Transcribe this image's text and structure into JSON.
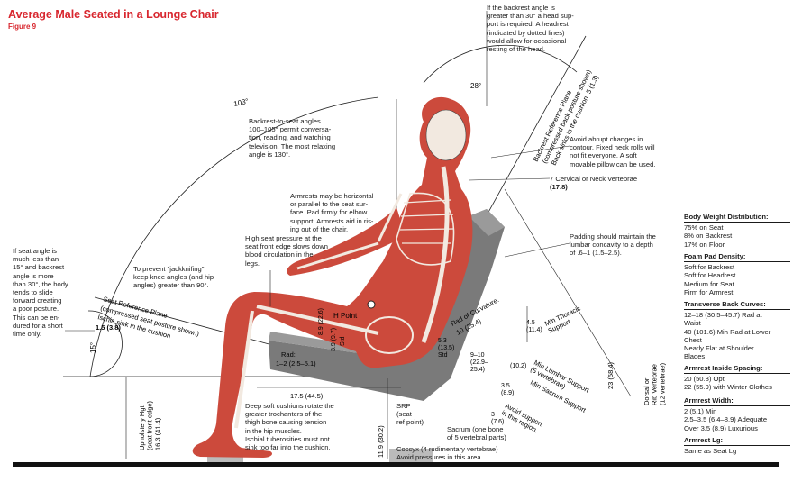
{
  "header": {
    "title": "Average Male Seated in a Lounge Chair",
    "subtitle": "Figure 9"
  },
  "annotations": {
    "backrest_angle_head": "If the backrest angle is\ngreater than 30° a head sup-\nport is required. A headrest\n(indicated by dotted lines)\nwould allow for occasional\nresting of the head.",
    "backrest_to_seat": "Backrest-to-seat angles\n100–105° permit conversa-\ntion, reading, and watching\ntelevision. The most relaxing\nangle is 130°.",
    "avoid_abrupt": "Avoid abrupt changes in\ncontour. Fixed neck rolls will\nnot fit everyone. A soft\nmovable pillow can be used.",
    "cervical": "7 Cervical or Neck Vertebrae",
    "cervical_value": "(17.8)",
    "armrests": "Armrests may be horizontal\nor parallel to the seat sur-\nface. Pad firmly for elbow\nsupport. Armrests aid in ris-\ning out of the chair.",
    "padding": "Padding should maintain the\nlumbar concavity to a depth\nof .6–1 (1.5–2.5).",
    "high_seat": "High seat pressure at the\nseat front edge slows down\nblood circulation in the\nlegs.",
    "jackknifing": "To prevent \"jackknifing\"\nkeep knee angles (and hip\nangles) greater than 90°.",
    "seat_angle": "If seat angle is\nmuch less than\n15° and backrest\nangle is more\nthan 30°, the body\ntends to slide\nforward creating\na poor posture.\nThis can be en-\ndured for a short\ntime only.",
    "deep_cushions": "Deep soft cushions rotate the\ngreater trochanters of the\nthigh bone causing tension\nin the hip muscles.",
    "ischial": "Ischial tuberosities must not\nsink too far into the cushion.",
    "srp": "SRP\n(seat\nref point)",
    "sacrum": "Sacrum (one bone\nof 5 vertebral parts)",
    "coccyx": "Coccyx (4 rudimentary vertebrae)\nAvoid pressures in this area."
  },
  "diagram_labels": {
    "angle_103": "103°",
    "angle_28": "28°",
    "angle_15": "15°",
    "backrest_plane": "Backrest Reference Plane",
    "backrest_plane_sub": "(compressed back posture shown)",
    "backrest_sink": "Back sinks in the cushion .5 (1.3)",
    "seat_plane": "Seat Reference Plane",
    "seat_plane_sub": "(compressed seat posture shown)",
    "seat_sink": "Ischia sink in the cushion",
    "seat_sink_value": "1.5 (3.8)",
    "h_point": "H Point",
    "dim_8_9": "8.9 (22.6)",
    "dim_3_9": "3.9 (9.7)",
    "std": "Std",
    "rad_label": "Rad:",
    "rad_value": "1–2 (2.5–5.1)",
    "rad_curvature": "Rad of Curvature:",
    "rad_curvature_value": "10 (25.4)",
    "min_thoracic_val": "4.5\n(11.4)",
    "min_thoracic": "Min Thoracic\nSupport",
    "dim_5_3": "5.3\n(13.5)\nStd",
    "dim_9_10": "9–10\n(22.9–\n25.4)",
    "dim_10_2": "(10.2)",
    "min_lumbar": "Min Lumbar Support\n(5 vertebrae)",
    "dim_3_5": "3.5\n(8.9)",
    "min_sacrum": "Min Sacrum Support",
    "dim_3": "3\n(7.6)",
    "avoid_support": "Avoid support\nin this region.",
    "dim_23": "23 (58.4)",
    "dorsal": "Dorsal or\nRib Vertebrae\n(12 vertebrae)",
    "dim_17_5": "17.5 (44.5)",
    "upholstery": "Upholstery Hgt:\n(seat front edge)\n16.3 (41.4)",
    "dim_11_9": "11.9 (30.2)"
  },
  "sidebar": [
    {
      "title": "Body Weight Distribution:",
      "body": "75% on Seat\n  8% on Backrest\n17% on Floor"
    },
    {
      "title": "Foam Pad Density:",
      "body": "Soft for Backrest\nSoft for Headrest\nMedium for Seat\nFirm for Armrest"
    },
    {
      "title": "Transverse Back Curves:",
      "body": "12–18 (30.5–45.7) Rad at\nWaist\n40 (101.6) Min Rad at Lower\nChest\nNearly Flat at Shoulder\nBlades"
    },
    {
      "title": "Armrest Inside Spacing:",
      "body": "20 (50.8) Opt\n22 (55.9) with Winter Clothes"
    },
    {
      "title": "Armrest Width:",
      "body": "2 (5.1) Min\n2.5–3.5 (6.4–8.9) Adequate\nOver 3.5 (8.9) Luxurious"
    },
    {
      "title": "Armrest Lg:",
      "body": "Same as Seat Lg"
    }
  ],
  "colors": {
    "title_red": "#d8262e",
    "body_red": "#cc4a3c",
    "chair_gray": "#7a7a7a",
    "text": "#1a1a1a"
  }
}
